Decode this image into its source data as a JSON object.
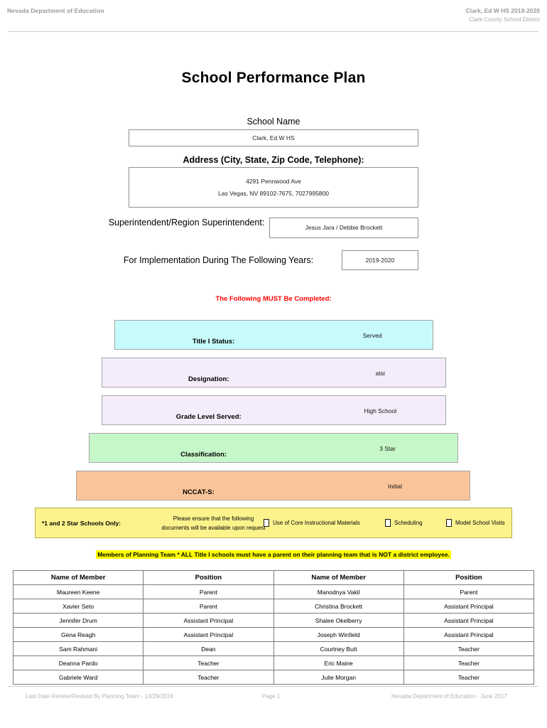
{
  "header": {
    "left": "Nevada Department of Education",
    "right_line1": "Clark, Ed W HS  2019-2020",
    "right_line2": "Clark County School District"
  },
  "title": "School Performance Plan",
  "fields": {
    "school_name_label": "School Name",
    "school_name_value": "Clark, Ed W HS",
    "address_label": "Address (City, State, Zip Code, Telephone):",
    "address_line1": "4291 Pennwood Ave",
    "address_line2": "Las Vegas, NV  89102-7675, 7027995800",
    "superintendent_label": "Superintendent/Region Superintendent:",
    "superintendent_value": "Jesus Jara / Debbie Brockett",
    "years_label": "For Implementation During The Following Years:",
    "years_value": "2019-2020"
  },
  "notice": "The Following MUST Be Completed:",
  "status_bars": [
    {
      "label": "Title I Status:",
      "value": "Served",
      "color": "#c7fbfb"
    },
    {
      "label": "Designation:",
      "value": "atsi",
      "color": "#f5ecfb"
    },
    {
      "label": "Grade Level Served:",
      "value": "High School",
      "color": "#f5ecfb"
    },
    {
      "label": "Classification:",
      "value": "3 Star",
      "color": "#c5f7c9"
    },
    {
      "label": "NCCAT-S:",
      "value": "Initial",
      "color": "#fac49a"
    }
  ],
  "star_schools": {
    "label": "*1 and 2 Star Schools Only:",
    "note_line1": "Please ensure that the following",
    "note_line2": "documents will be available upon request",
    "checkboxes": [
      {
        "label": "Use of Core Instructional Materials",
        "checked": false
      },
      {
        "label": "Scheduling",
        "checked": false
      },
      {
        "label": "Model School Visits",
        "checked": false
      }
    ],
    "highlight_color": "#fcf38d"
  },
  "planning_banner": {
    "text": "Members of Planning Team * ALL Title I schools must have a parent on their planning team that is NOT a district employee.",
    "highlight_color": "#ffff00"
  },
  "members_table": {
    "columns": [
      "Name of Member",
      "Position",
      "Name of Member",
      "Position"
    ],
    "rows": [
      [
        "Maureen Keene",
        "Parent",
        "Manodnya Vakil",
        "Parent"
      ],
      [
        "Xavier Seto",
        "Parent",
        "Christina Brockett",
        "Assistant Principal"
      ],
      [
        "Jennifer Drum",
        "Assistant Principal",
        "Shalee Okelberry",
        "Assistant Principal"
      ],
      [
        "Gena Reagh",
        "Assistant Principal",
        "Joseph Winfield",
        "Assistant Principal"
      ],
      [
        "Sam Rahmani",
        "Dean",
        "Courtney Butt",
        "Teacher"
      ],
      [
        "Deanna Pardo",
        "Teacher",
        "Eric Maine",
        "Teacher"
      ],
      [
        "Gabriele Ward",
        "Teacher",
        "Julie Morgan",
        "Teacher"
      ]
    ]
  },
  "footer": {
    "left": "Last Date Review/Revised By Planning Team - 10/29/2019",
    "center": "Page 1",
    "right": "Nevada Department of Education - June 2017"
  }
}
